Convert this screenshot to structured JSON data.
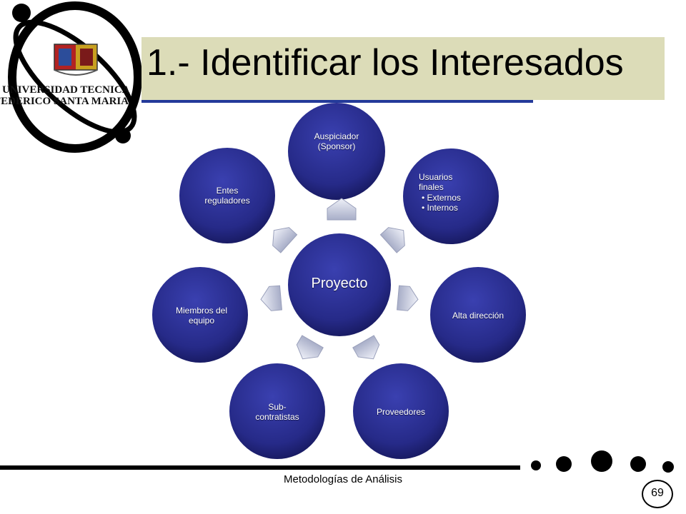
{
  "title": "1.- Identificar los Interesados",
  "logo": {
    "text_top": "UNIVERSIDAD TECNICA",
    "text_bottom": "FEDERICO SANTA MARIA"
  },
  "diagram": {
    "center": "Proyecto",
    "nodes": {
      "sponsor": {
        "line1": "Auspiciador",
        "line2": "(Sponsor)"
      },
      "usuarios": {
        "line1": "Usuarios",
        "line2": "finales",
        "bullet1": "Externos",
        "bullet2": "Internos"
      },
      "alta": {
        "line1": "Alta dirección"
      },
      "proveedores": {
        "line1": "Proveedores"
      },
      "subcontratistas": {
        "line1": "Sub-",
        "line2": "contratistas"
      },
      "miembros": {
        "line1": "Miembros del",
        "line2": "equipo"
      },
      "entes": {
        "line1": "Entes",
        "line2": "reguladores"
      }
    }
  },
  "footer": {
    "text": "Metodologías de Análisis",
    "page_number": "69"
  },
  "colors": {
    "title_bg": "#dcdcb8",
    "node_fill": "#2a2e8c",
    "arrow_fill": "#cfd3e6"
  }
}
